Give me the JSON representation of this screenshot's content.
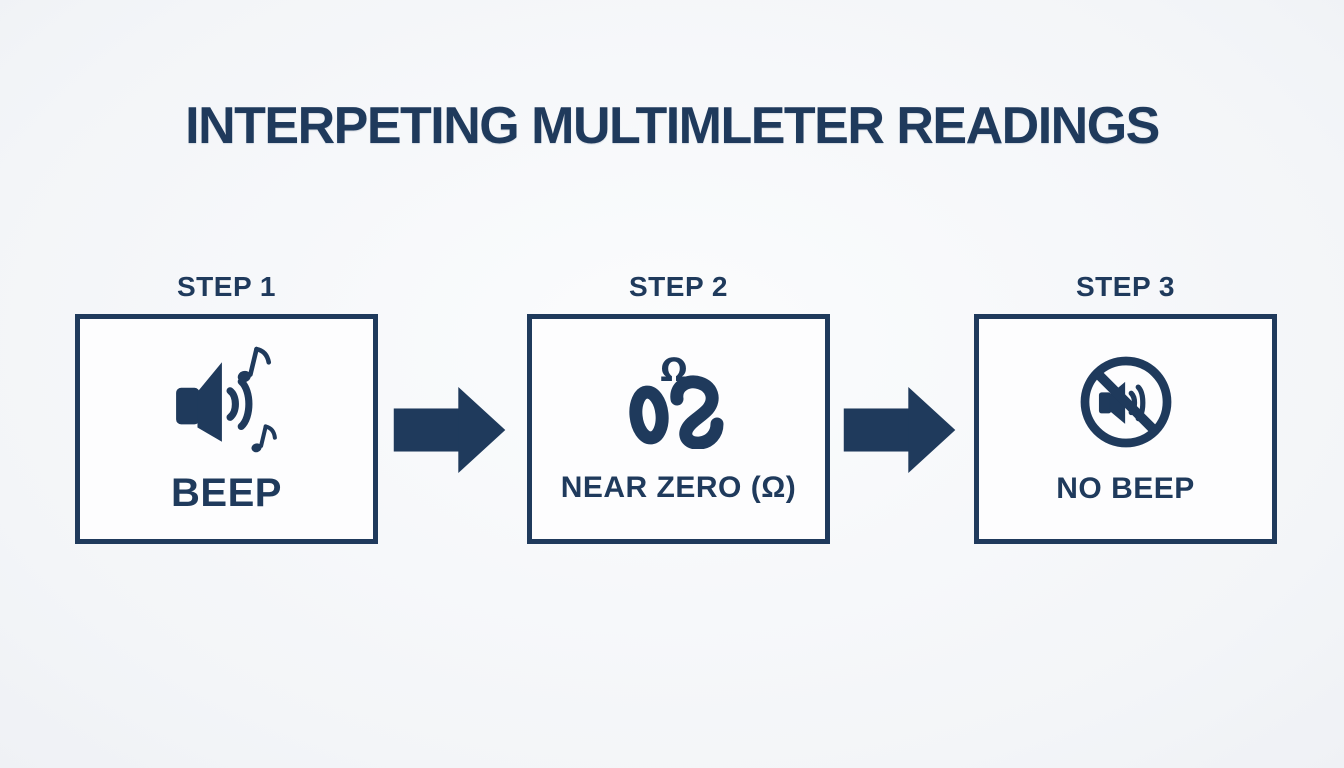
{
  "page": {
    "title": "INTERPETING MULTIMLETER READINGS"
  },
  "colors": {
    "accent": "#1f3a5c",
    "background": "#f5f6f8",
    "box_background": "#fdfdfe"
  },
  "steps": [
    {
      "label": "STEP 1",
      "icon": "speaker-beep-icon",
      "caption": "BEEP"
    },
    {
      "label": "STEP 2",
      "icon": "ohm-reading-icon",
      "caption": "NEAR ZERO (Ω)"
    },
    {
      "label": "STEP 3",
      "icon": "muted-speaker-icon",
      "caption": "NO BEEP"
    }
  ],
  "arrows": [
    {
      "icon": "right-arrow-icon"
    },
    {
      "icon": "right-arrow-icon"
    }
  ]
}
